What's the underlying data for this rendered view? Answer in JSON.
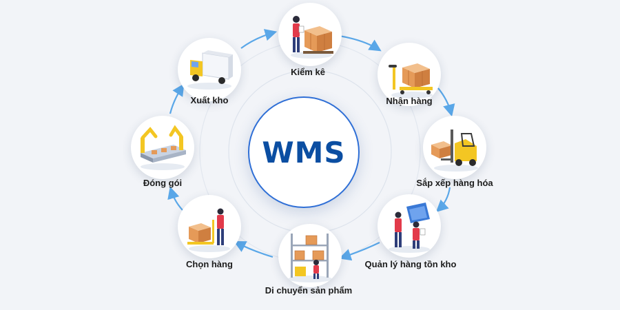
{
  "center": {
    "text": "WMS"
  },
  "nodes": [
    {
      "label": "Kiểm kê",
      "icon": "inventory-check-icon"
    },
    {
      "label": "Nhận hàng",
      "icon": "pallet-jack-receiving-icon"
    },
    {
      "label": "Sắp xếp hàng hóa",
      "icon": "forklift-icon"
    },
    {
      "label": "Quản lý hàng tồn kho",
      "icon": "inventory-management-icon"
    },
    {
      "label": "Di chuyển sản phẩm",
      "icon": "warehouse-rack-icon"
    },
    {
      "label": "Chọn hàng",
      "icon": "picking-trolley-icon"
    },
    {
      "label": "Đóng gói",
      "icon": "packing-robot-arm-icon"
    },
    {
      "label": "Xuất kho",
      "icon": "delivery-truck-icon"
    }
  ],
  "colors": {
    "arrow": "#5aa7e8",
    "brand": "#0b4ea2",
    "ring": "#2f6fd6",
    "box": "#e8a468",
    "accent_red": "#e23a4a",
    "accent_yellow": "#f3c623",
    "accent_blue": "#3a79d6"
  }
}
